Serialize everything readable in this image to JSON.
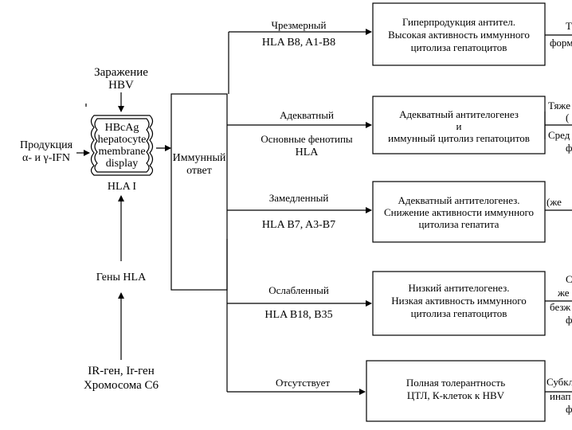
{
  "infection": [
    "Заражение",
    "HBV"
  ],
  "hepatocyte": [
    "HBcAg",
    "hepatocyte",
    "membrane",
    "display"
  ],
  "hla_i": "HLA I",
  "production": [
    "Продукция",
    "α- и γ-IFN"
  ],
  "genes_hla": "Гены HLA",
  "ir_genes": [
    "IR-ген, Ir-ген",
    "Хромосома C6"
  ],
  "immune_response": [
    "Иммунный",
    "ответ"
  ],
  "branches": [
    {
      "label": "Чрезмерный",
      "hla": "HLA B8, A1-B8",
      "box": [
        "Гиперпродукция антител.",
        "Высокая активность иммунного",
        "цитолиза  гепатоцитов"
      ],
      "outcome": [
        "Т",
        "форм"
      ]
    },
    {
      "label": "Адекватный",
      "hla": [
        "Основные фенотипы",
        "HLA"
      ],
      "box": [
        "Адекватный антителогенез",
        "и",
        "иммунный цитолиз гепатоцитов"
      ],
      "outcome": [
        "Тяже",
        "(",
        "Сред",
        "ф"
      ]
    },
    {
      "label": "Замедленный",
      "hla": "HLA B7, A3-B7",
      "box": [
        "Адекватный антителогенез.",
        "Снижение активности иммунного",
        "цитолиза гепатита"
      ],
      "outcome": [
        "",
        "(же"
      ]
    },
    {
      "label": "Ослабленный",
      "hla": "HLA B18, B35",
      "box": [
        "Низкий антителогенез.",
        "Низкая активность иммунного",
        "цитолиза гепатоцитов"
      ],
      "outcome": [
        "С",
        "же",
        "безж",
        "ф"
      ]
    },
    {
      "label": "Отсутствует",
      "hla": "",
      "box": [
        "Полная толерантность",
        "ЦТЛ, К-клеток к HBV"
      ],
      "outcome": [
        "Субкл",
        "инап",
        "ф"
      ]
    }
  ]
}
